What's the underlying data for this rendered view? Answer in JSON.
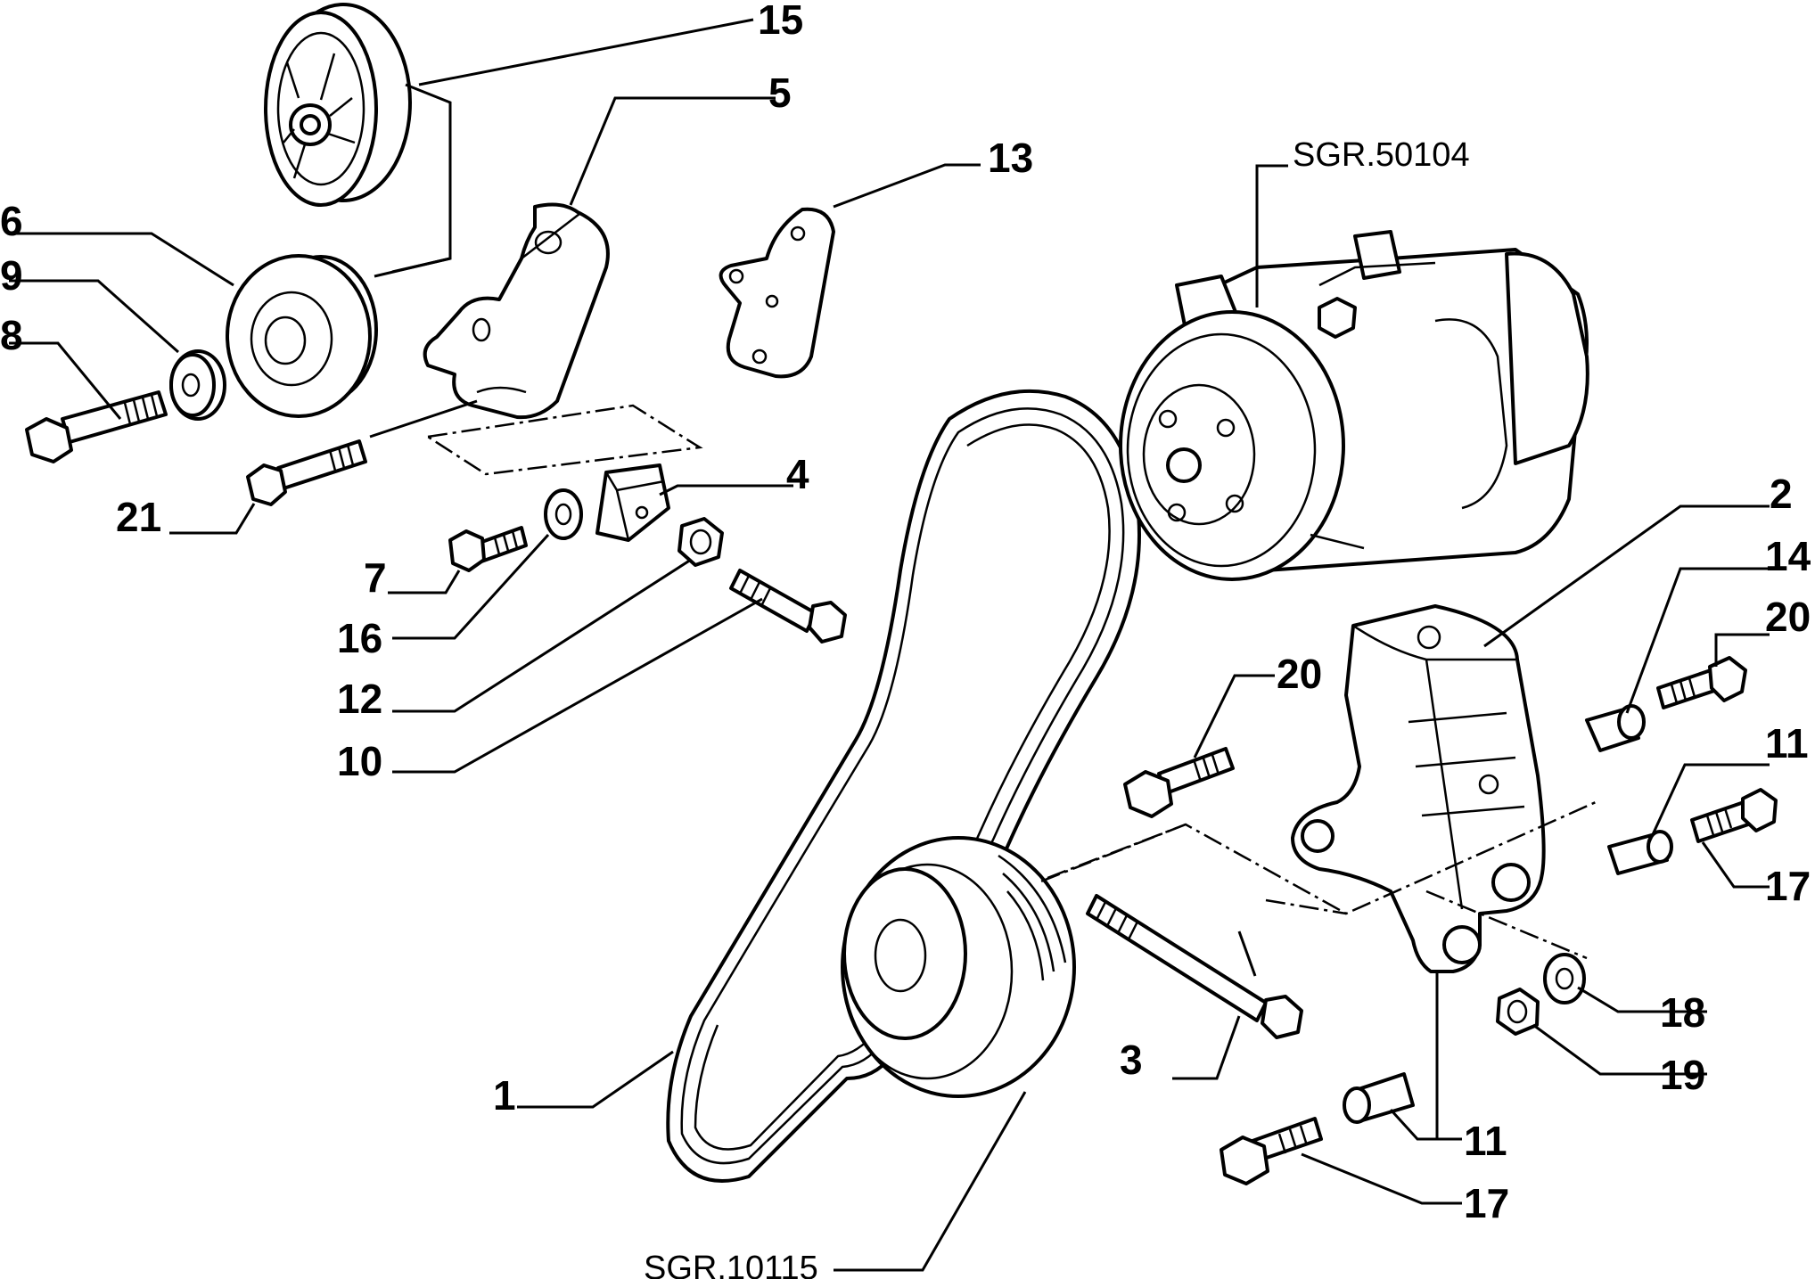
{
  "callouts": [
    {
      "id": "c15",
      "text": "15"
    },
    {
      "id": "c5",
      "text": "5"
    },
    {
      "id": "c13",
      "text": "13"
    },
    {
      "id": "c6",
      "text": "6"
    },
    {
      "id": "c9",
      "text": "9"
    },
    {
      "id": "c8",
      "text": "8"
    },
    {
      "id": "c21",
      "text": "21"
    },
    {
      "id": "c4",
      "text": "4"
    },
    {
      "id": "c7",
      "text": "7"
    },
    {
      "id": "c16",
      "text": "16"
    },
    {
      "id": "c12",
      "text": "12"
    },
    {
      "id": "c10",
      "text": "10"
    },
    {
      "id": "c2",
      "text": "2"
    },
    {
      "id": "c14",
      "text": "14"
    },
    {
      "id": "c20a",
      "text": "20"
    },
    {
      "id": "c20b",
      "text": "20"
    },
    {
      "id": "c11a",
      "text": "11"
    },
    {
      "id": "c17a",
      "text": "17"
    },
    {
      "id": "c18",
      "text": "18"
    },
    {
      "id": "c19",
      "text": "19"
    },
    {
      "id": "c3",
      "text": "3"
    },
    {
      "id": "c11b",
      "text": "11"
    },
    {
      "id": "c17b",
      "text": "17"
    },
    {
      "id": "c1",
      "text": "1"
    }
  ],
  "references": [
    {
      "id": "ref-compressor",
      "text": "SGR.50104"
    },
    {
      "id": "ref-crank-pulley",
      "text": "SGR.10115"
    }
  ]
}
